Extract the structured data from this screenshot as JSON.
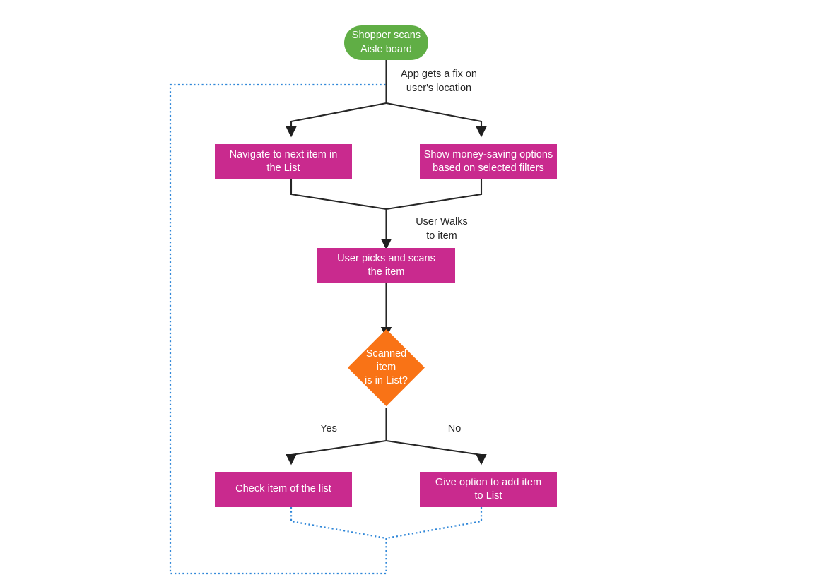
{
  "diagram": {
    "title": "Shopper aisle navigation flow",
    "colors": {
      "start": "#60ae45",
      "process": "#c92a8e",
      "decision": "#f97316",
      "edge": "#262626",
      "feedback": "#2e86d8",
      "background": "#ffffff",
      "node_text": "#ffffff",
      "label_text": "#262626"
    },
    "nodes": [
      {
        "id": "start",
        "type": "start",
        "label": "Shopper scans\nAisle board"
      },
      {
        "id": "navigate",
        "type": "process",
        "label": "Navigate to next item in\nthe List"
      },
      {
        "id": "money-saving",
        "type": "process",
        "label": "Show money-saving options\nbased on selected filters"
      },
      {
        "id": "pick-scan",
        "type": "process",
        "label": "User picks and scans\nthe item"
      },
      {
        "id": "decision",
        "type": "decision",
        "label": "Scanned item\nis in List?"
      },
      {
        "id": "check-item",
        "type": "process",
        "label": "Check item of the list"
      },
      {
        "id": "add-item",
        "type": "process",
        "label": "Give option to add item\nto List"
      }
    ],
    "edge_labels": [
      {
        "id": "location-fix",
        "text": "App gets a fix on\nuser's location"
      },
      {
        "id": "user-walks",
        "text": "User Walks\nto item"
      },
      {
        "id": "yes-branch",
        "text": "Yes"
      },
      {
        "id": "no-branch",
        "text": "No"
      }
    ]
  }
}
